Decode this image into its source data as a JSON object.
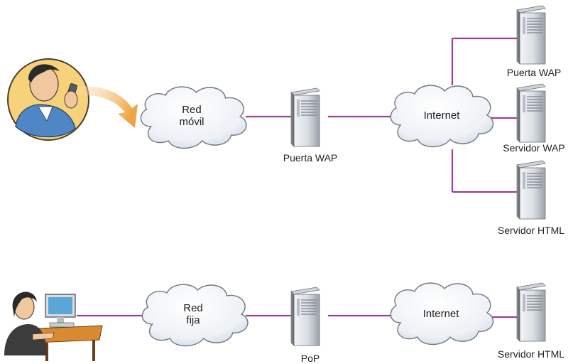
{
  "colors": {
    "link": "#9c3f97",
    "cloud_fill": "#f3f5f8",
    "cloud_edge": "#6f7780",
    "server_light": "#eef0f2",
    "server_dark": "#9aa1a9",
    "arrow": "#f0a545"
  },
  "icons": {
    "mobile_user": "man-with-phone-icon",
    "desktop_user": "woman-at-computer-icon",
    "server": "server-tower-icon",
    "cloud": "network-cloud-icon"
  },
  "top": {
    "cloud1": {
      "line1": "Red",
      "line2": "móvil"
    },
    "gateway_label": "Puerta WAP",
    "cloud2": {
      "label": "Internet"
    },
    "server_a_label": "Puerta WAP",
    "server_b_label": "Servidor WAP",
    "server_c_label": "Servidor HTML"
  },
  "bottom": {
    "cloud1": {
      "line1": "Red",
      "line2": "fija"
    },
    "pop_label": "PoP",
    "cloud2": {
      "label": "Internet"
    },
    "server_label": "Servidor HTML"
  }
}
